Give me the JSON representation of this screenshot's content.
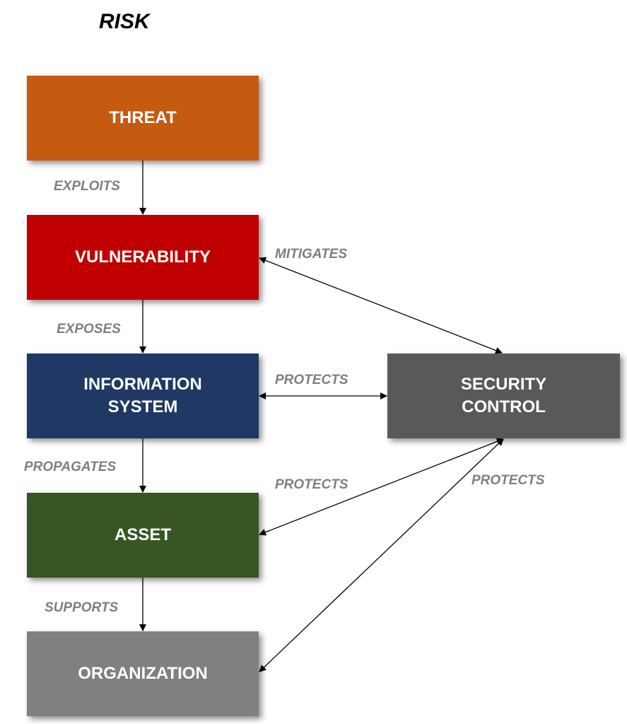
{
  "title": "RISK",
  "colors": {
    "threat": "#C55A11",
    "vulnerability": "#C00000",
    "information_system": "#1F3864",
    "asset": "#375623",
    "organization": "#808080",
    "security_control": "#595959",
    "relation_label": "#7F7F7F"
  },
  "nodes": {
    "threat": "THREAT",
    "vulnerability": "VULNERABILITY",
    "information_system": "INFORMATION\nSYSTEM",
    "asset": "ASSET",
    "organization": "ORGANIZATION",
    "security_control": "SECURITY\nCONTROL"
  },
  "relations": {
    "exploits": "EXPLOITS",
    "exposes": "EXPOSES",
    "propagates": "PROPAGATES",
    "supports": "SUPPORTS",
    "mitigates": "MITIGATES",
    "protects_system": "PROTECTS",
    "protects_asset": "PROTECTS",
    "protects_organization": "PROTECTS"
  }
}
